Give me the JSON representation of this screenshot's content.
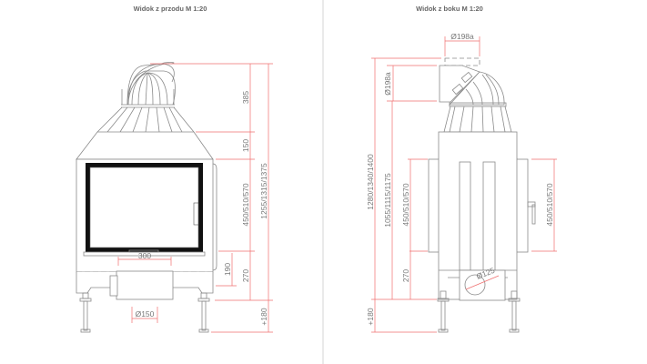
{
  "front_view": {
    "title": "Widok z przodu M 1:20",
    "dims": {
      "top": "385",
      "hood": "150",
      "door": "450/510/570",
      "total": "1255/1315/1375",
      "width": "300",
      "inlet_height": "190",
      "base": "270",
      "pipe": "Ø150",
      "legs": "+180"
    }
  },
  "side_view": {
    "title": "Widok z boku M 1:20",
    "dims": {
      "outlet_top": "Ø198a",
      "outlet_side": "Ø198a",
      "total": "1280/1340/1400",
      "body": "1055/1115/1175",
      "door_left": "450/510/570",
      "door_right": "450/510/570",
      "base": "270",
      "air_inlet": "Ø125",
      "legs": "+180"
    }
  },
  "colors": {
    "dimension": "#ef6f6f",
    "outline": "#8a8a8a"
  }
}
